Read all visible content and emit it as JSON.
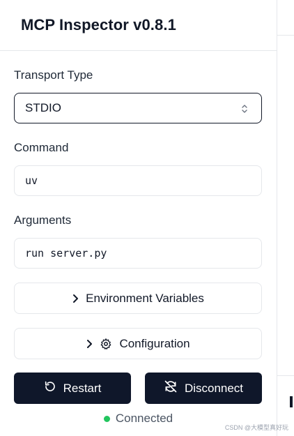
{
  "app": {
    "title": "MCP Inspector v0.8.1"
  },
  "transport": {
    "label": "Transport Type",
    "selected": "STDIO"
  },
  "command": {
    "label": "Command",
    "value": "uv"
  },
  "arguments": {
    "label": "Arguments",
    "value": "run server.py"
  },
  "sections": {
    "env_vars": "Environment Variables",
    "configuration": "Configuration"
  },
  "actions": {
    "restart": "Restart",
    "disconnect": "Disconnect"
  },
  "status": {
    "text": "Connected",
    "color": "#22c55e"
  },
  "watermark": "CSDN @大模型真好玩",
  "colors": {
    "primary_button": "#0f172a",
    "border": "#e5e7eb"
  }
}
